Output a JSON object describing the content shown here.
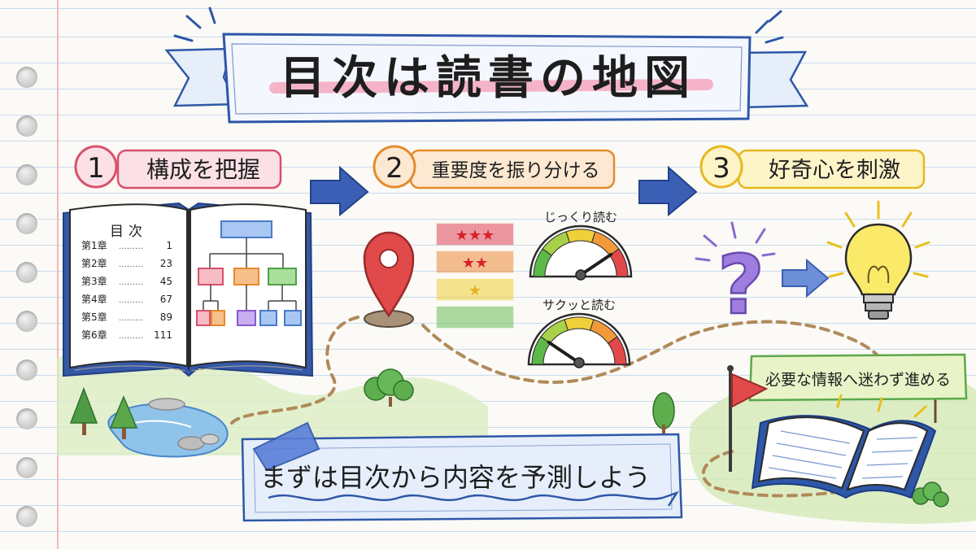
{
  "title": "目次は読書の地図",
  "steps": [
    {
      "number": "1",
      "label": "構成を把握",
      "color": "#d9506b"
    },
    {
      "number": "2",
      "label": "重要度を振り分ける",
      "color": "#e58a2d"
    },
    {
      "number": "3",
      "label": "好奇心を刺激",
      "color": "#e6b820"
    }
  ],
  "book_toc": {
    "heading": "目次",
    "entries": [
      {
        "chapter": "第1章",
        "dots": "………",
        "page": "1"
      },
      {
        "chapter": "第2章",
        "dots": "………",
        "page": "23"
      },
      {
        "chapter": "第3章",
        "dots": "………",
        "page": "45"
      },
      {
        "chapter": "第4章",
        "dots": "………",
        "page": "67"
      },
      {
        "chapter": "第5章",
        "dots": "………",
        "page": "89"
      },
      {
        "chapter": "第6章",
        "dots": "………",
        "page": "111"
      }
    ]
  },
  "priority": {
    "bars": [
      {
        "stars": "★★★",
        "color": "#e0485a"
      },
      {
        "stars": "★★",
        "color": "#ee8a3a"
      },
      {
        "stars": "★",
        "color": "#f0cf3a"
      },
      {
        "stars": "",
        "color": "#6cbf5a"
      }
    ]
  },
  "gauges": [
    {
      "label": "じっくり読む",
      "level": 0.8
    },
    {
      "label": "サクッと読む",
      "level": 0.2
    }
  ],
  "goal_sign": "必要な情報へ迷わず進める",
  "banner": "まずは目次から内容を予測しよう",
  "question_mark": "?",
  "colors": {
    "ink": "#222222",
    "blue": "#2e57a8",
    "ribbon_fill": "#eef3fb",
    "note_fill": "#e8f0fb",
    "grass": "#cfe6b0",
    "path": "#b08a5a"
  },
  "icons": [
    "map-pin-icon",
    "flag-icon",
    "light-bulb-icon",
    "question-icon",
    "arrow-icon",
    "tree-icon",
    "pond-icon",
    "bush-icon"
  ]
}
